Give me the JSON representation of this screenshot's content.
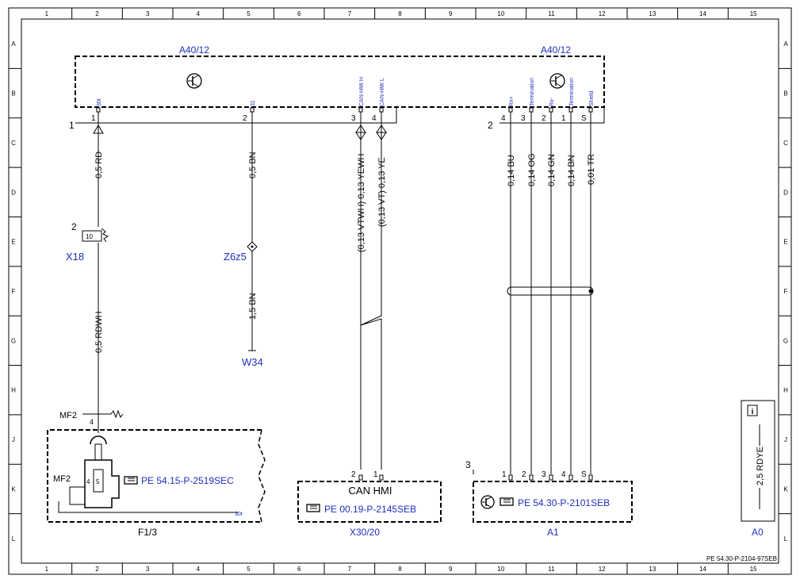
{
  "frame": {
    "col_numbers": [
      "1",
      "2",
      "3",
      "4",
      "5",
      "6",
      "7",
      "8",
      "9",
      "10",
      "11",
      "12",
      "13",
      "14",
      "15"
    ],
    "row_letters": [
      "A",
      "B",
      "C",
      "D",
      "E",
      "F",
      "G",
      "H",
      "J",
      "K",
      "L"
    ],
    "doc_number": "PE 54.30-P-2104-97SEB"
  },
  "modules": {
    "a40_left": "A40/12",
    "a40_right": "A40/12",
    "connector_1": "1",
    "connector_2": "2",
    "connector_3": "3",
    "pin_labels": [
      "30t",
      "31",
      "CAN-HMI H",
      "CAN-HMI L",
      "Rx+",
      "Termination",
      "Rx-",
      "Termination",
      "Shield"
    ],
    "pins_left": [
      "1",
      "2",
      "3",
      "4"
    ],
    "pins_right": [
      "4",
      "3",
      "2",
      "1",
      "S"
    ]
  },
  "wires": {
    "w1_top": "0,5 RD",
    "w1_bottom": "0,5 RDWH",
    "w2_top": "0,5 BN",
    "w2_bottom": "1,5 BN",
    "w3": "(0,13 VTWH) 0,13 YEWH",
    "w4": "(0,13 VT) 0,13 YE",
    "w5": "0,14 BU",
    "w6": "0,14 OG",
    "w7": "0,14 GN",
    "w8": "0,14 BN",
    "w9": "0,01 TR",
    "a0_wire": "2,5 RDYE"
  },
  "components": {
    "x18": "X18",
    "x18_pin_group": "2",
    "x18_pin": "10",
    "z6z5": "Z6z5",
    "w34": "W34",
    "mf2_top": "MF2",
    "mf2_left": "MF2",
    "fuse_pin_a": "4",
    "fuse_pin_b": "5",
    "fuse_label_30t": "30t",
    "fuse_ref": "PE 54.15-P-2519SEC",
    "fuse_box": "F1/3",
    "can_title": "CAN HMI",
    "can_pins": [
      "2",
      "1"
    ],
    "can_ref": "PE 00.19-P-2145SEB",
    "can_box": "X30/20",
    "a1_pins": [
      "1",
      "2",
      "3",
      "4",
      "S"
    ],
    "a1_ref": "PE 54.30-P-2101SEB",
    "a1_box": "A1",
    "a0_info": "i",
    "a0_box": "A0"
  }
}
